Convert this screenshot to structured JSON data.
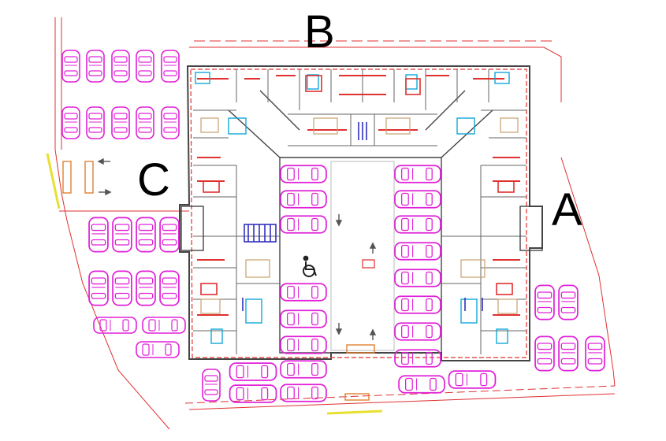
{
  "labels": {
    "a": "A",
    "b": "B",
    "c": "C"
  },
  "colors": {
    "background": "#ffffff",
    "outline": "#e03030",
    "wall": "#444444",
    "parking": "#e020d8",
    "fixtures": "#12a8d8",
    "furniture": "#c8a070",
    "accent": "#3030c0",
    "highlight": "#e8e030",
    "label": "#000000"
  },
  "icons": [
    "wheelchair-icon",
    "arrow-icon",
    "car-icon"
  ]
}
